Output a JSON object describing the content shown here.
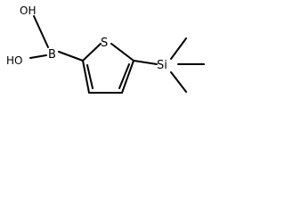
{
  "molecule": {
    "atoms": {
      "hydroxyl_top": "OH",
      "hydroxyl_bottom": "HO",
      "boron": "B",
      "sulfur": "S",
      "silicon": "Si"
    }
  }
}
